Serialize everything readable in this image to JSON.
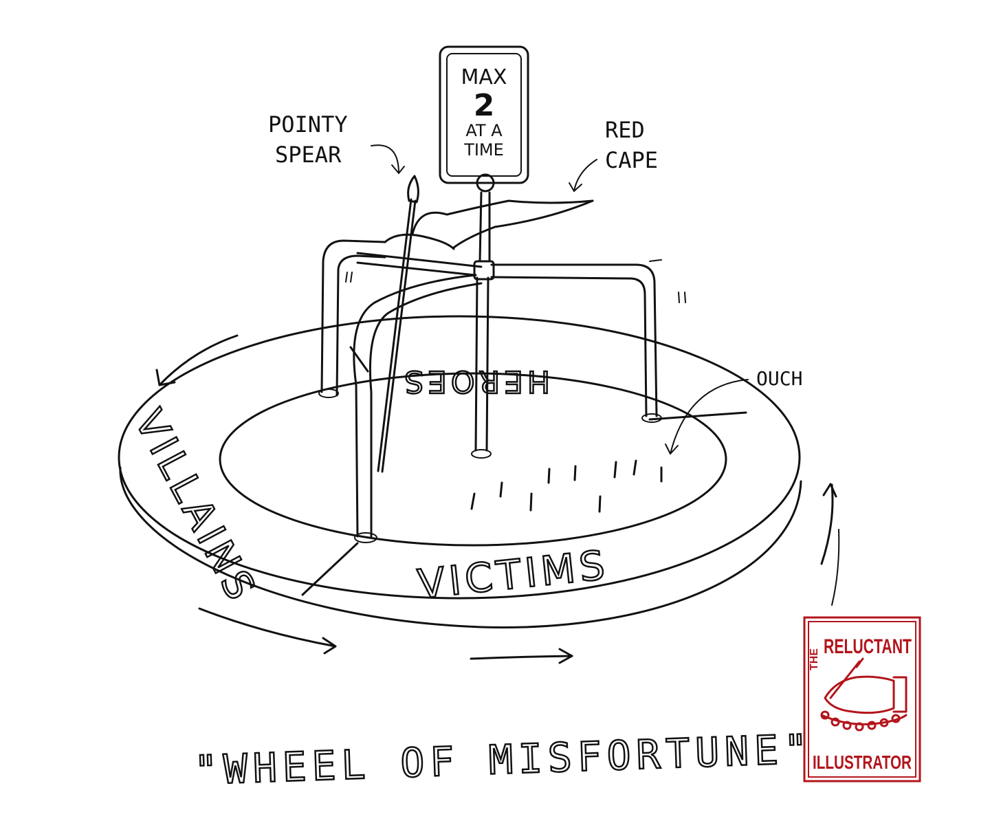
{
  "sign": {
    "line1": "MAX",
    "line2": "2",
    "line3": "AT A",
    "line4": "TIME"
  },
  "labels": {
    "spear_line1": "POINTY",
    "spear_line2": "SPEAR",
    "cape_line1": "RED",
    "cape_line2": "CAPE",
    "ouch": "OUCH"
  },
  "ring": {
    "villains": "VILLAINS",
    "victims": "VICTIMS",
    "heroes": "HEROES"
  },
  "caption": "\"WHEEL OF MISFORTUNE\"",
  "logo": {
    "the": "THE",
    "top": "RELUCTANT",
    "bottom": "ILLUSTRATOR",
    "color": "#b3141b"
  },
  "colors": {
    "ink": "#111111",
    "paper": "#ffffff",
    "logo": "#b3141b"
  }
}
